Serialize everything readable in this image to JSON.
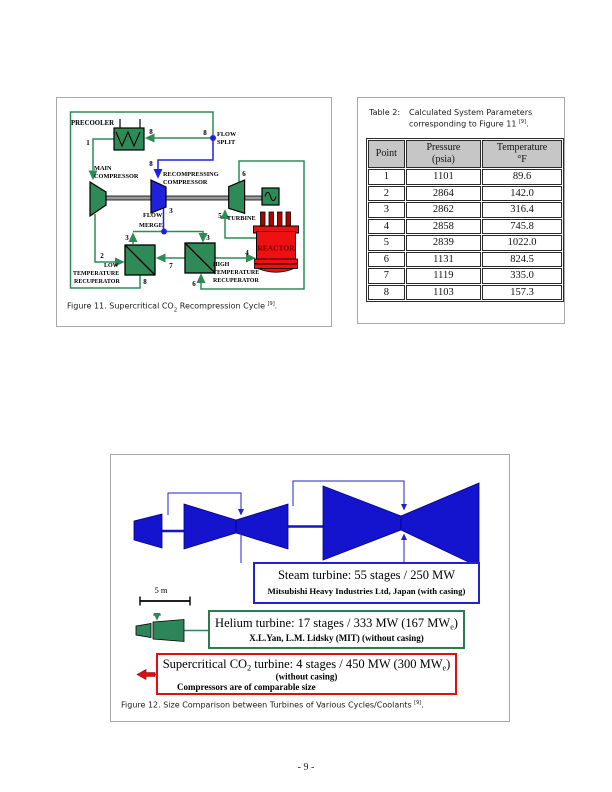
{
  "page": {
    "number": "- 9 -"
  },
  "figure11": {
    "caption_prefix": "Figure 11.  Supercritical CO",
    "caption_sub": "2",
    "caption_mid": " Recompression Cycle ",
    "caption_ref": "[9]",
    "caption_end": ".",
    "labels": {
      "precooler": "PRECOOLER",
      "main_comp_1": "MAIN",
      "main_comp_2": "COMPRESSOR",
      "recomp_1": "RECOMPRESSING",
      "recomp_2": "COMPRESSOR",
      "turbine": "TURBINE",
      "reactor": "REACTOR",
      "flow_split_1": "FLOW",
      "flow_split_2": "SPLIT",
      "flow_merge_1": "FLOW",
      "flow_merge_2": "MERGE",
      "ltr_1": "LOW",
      "ltr_2": "TEMPERATURE",
      "ltr_3": "RECUPERATOR",
      "htr_1": "HIGH",
      "htr_2": "TEMPERATURE",
      "htr_3": "RECUPERATOR"
    },
    "streams": {
      "s1": "1",
      "s2": "2",
      "s3": "3",
      "s4": "4",
      "s5": "5",
      "s6": "6",
      "s7": "7",
      "s8": "8"
    },
    "colors": {
      "green": "#2e8b57",
      "blue": "#2121dd",
      "red": "#ee1111"
    }
  },
  "table2": {
    "caption_label": "Table 2:",
    "caption_line1": "Calculated System Parameters",
    "caption_line2": "corresponding to Figure 11 ",
    "caption_ref": "[9]",
    "caption_end": ".",
    "col_point": "Point",
    "col_pressure_1": "Pressure",
    "col_pressure_2": "(psia)",
    "col_temp_1": "Temperature",
    "col_temp_2": "°F",
    "rows": [
      {
        "point": "1",
        "pressure": "1101",
        "temperature": "89.6"
      },
      {
        "point": "2",
        "pressure": "2864",
        "temperature": "142.0"
      },
      {
        "point": "3",
        "pressure": "2862",
        "temperature": "316.4"
      },
      {
        "point": "4",
        "pressure": "2858",
        "temperature": "745.8"
      },
      {
        "point": "5",
        "pressure": "2839",
        "temperature": "1022.0"
      },
      {
        "point": "6",
        "pressure": "1131",
        "temperature": "824.5"
      },
      {
        "point": "7",
        "pressure": "1119",
        "temperature": "335.0"
      },
      {
        "point": "8",
        "pressure": "1103",
        "temperature": "157.3"
      }
    ]
  },
  "figure12": {
    "caption_prefix": "Figure 12.  Size Comparison between Turbines of Various Cycles/Coolants ",
    "caption_ref": "[9]",
    "caption_end": ".",
    "scale_label": "5 m",
    "steam_line1": "Steam turbine: 55 stages / 250 MW",
    "steam_line2": "Mitsubishi Heavy Industries Ltd, Japan (with casing)",
    "helium_line1_pre": "Helium turbine: 17 stages / 333 MW (167 MW",
    "helium_line1_sub": "e",
    "helium_line1_end": ")",
    "helium_line2": "X.L.Yan, L.M. Lidsky (MIT) (without casing)",
    "sco2_line1_pre": "Supercritical CO",
    "sco2_line1_sub1": "2",
    "sco2_line1_mid": " turbine: 4 stages / 450 MW (300 MW",
    "sco2_line1_sub2": "e",
    "sco2_line1_end": ")",
    "sco2_line2": "(without casing)",
    "sco2_line3": "Compressors are of comparable size"
  }
}
